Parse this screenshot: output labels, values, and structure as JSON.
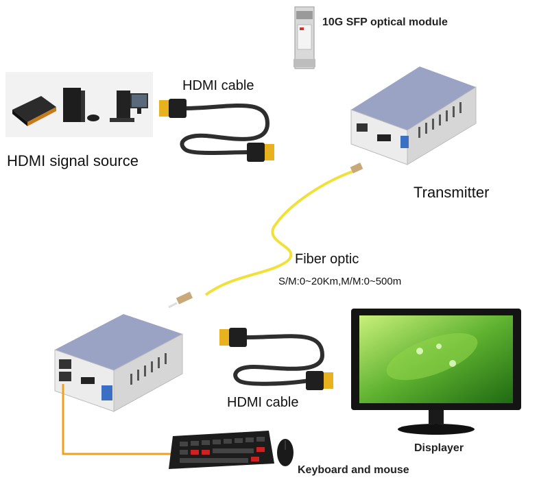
{
  "labels": {
    "sfp_module": "10G SFP optical module",
    "hdmi_cable_top": "HDMI cable",
    "signal_source": "HDMI signal source",
    "transmitter": "Transmitter",
    "fiber_optic": "Fiber optic",
    "fiber_spec": "S/M:0~20Km,M/M:0~500m",
    "hdmi_cable_bottom": "HDMI cable",
    "displayer": "Displayer",
    "keyboard_mouse": "Keyboard and mouse"
  },
  "colors": {
    "fiber": "#f2e03a",
    "hdmi_connector": "#e8b21e",
    "usb_cable": "#f0a020",
    "device_top": "#9aa3c4",
    "device_body": "#e6e6e6"
  }
}
